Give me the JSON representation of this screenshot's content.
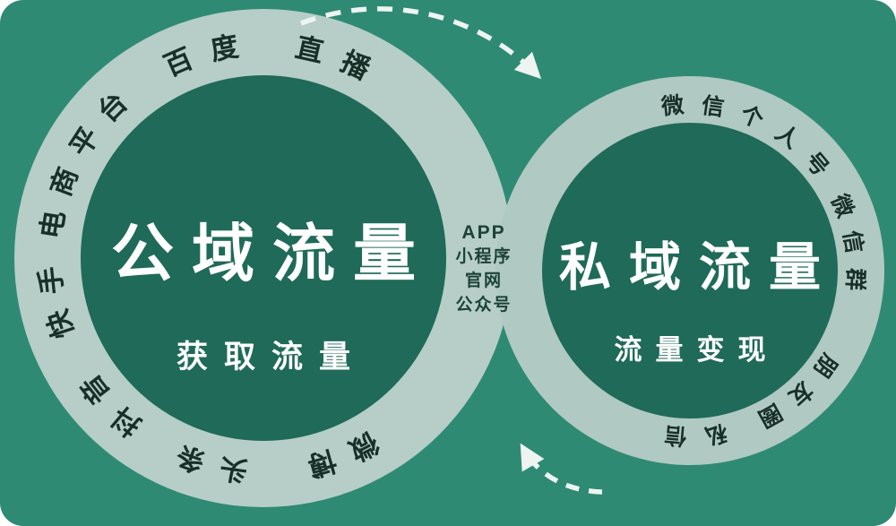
{
  "colors": {
    "background": "#2f8a74",
    "ring": "#b6cec7",
    "ring_right": "#b0c9c2",
    "inner": "#1f6a58",
    "title_text": "#ffffff",
    "ring_text": "#182f28",
    "connector_text": "#1d4237",
    "arrow": "#edf4f1"
  },
  "left_circle": {
    "title": "公域流量",
    "subtitle": "获取流量",
    "ring_labels": [
      {
        "text": "百度",
        "angle": -17,
        "spread": 13
      },
      {
        "text": "直播",
        "angle": 19,
        "spread": 13
      },
      {
        "text": "电商平台",
        "angle": -63,
        "spread": 12
      },
      {
        "text": "快手",
        "angle": -102,
        "spread": 12
      },
      {
        "text": "抖音",
        "angle": -134,
        "spread": 12
      },
      {
        "text": "头条",
        "angle": -166,
        "spread": 12
      },
      {
        "text": "微博",
        "angle": 158,
        "spread": 12
      }
    ]
  },
  "right_circle": {
    "title": "私域流量",
    "subtitle": "流量变现",
    "ring_labels": [
      {
        "text": "微信个人号",
        "angle": 22,
        "spread": 14
      },
      {
        "text": "微信群",
        "angle": 80,
        "spread": 13
      },
      {
        "text": "朋友圈",
        "angle": 138,
        "spread": 13
      },
      {
        "text": "私信",
        "angle": 178,
        "spread": 14
      }
    ]
  },
  "connector": {
    "lines": [
      "APP",
      "小程序",
      "官网",
      "公众号"
    ]
  }
}
